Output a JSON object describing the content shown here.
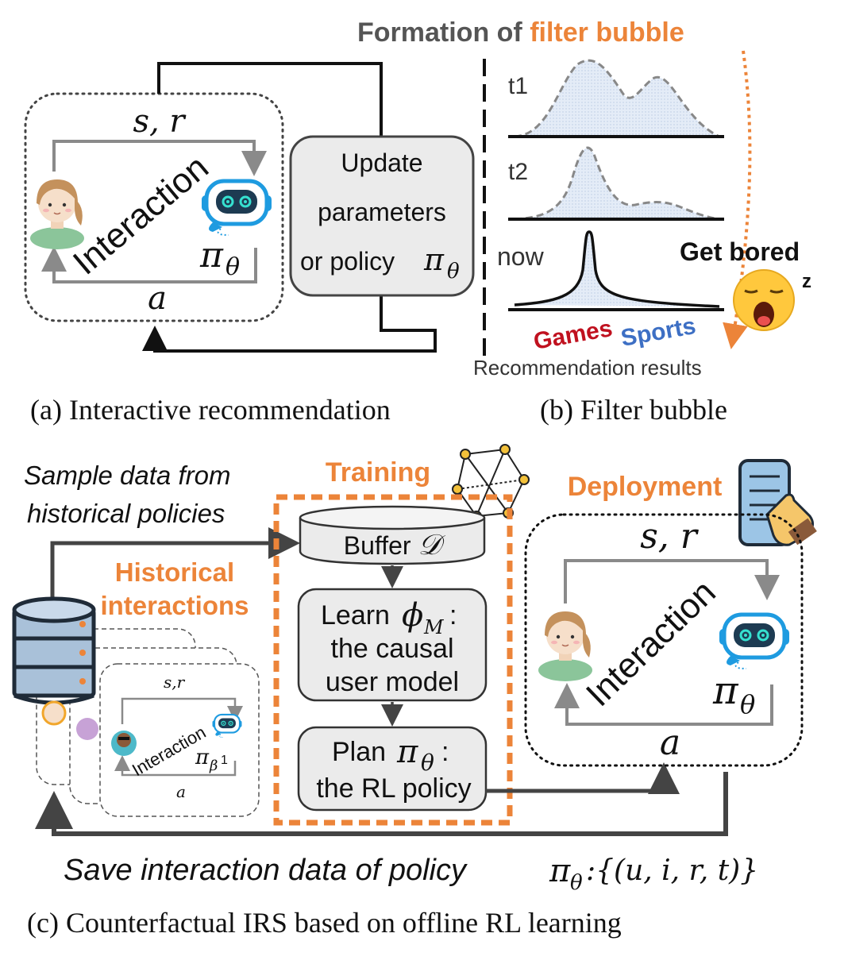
{
  "panel_a": {
    "state_reward_label": "s, r",
    "interaction_label": "Interaction",
    "policy_symbol": "π",
    "policy_subscript": "θ",
    "action_label": "a",
    "update_box": {
      "line1": "Update",
      "line2": "parameters",
      "line3": "or policy"
    },
    "caption": "(a) Interactive recommendation"
  },
  "panel_b": {
    "title_prefix": "Formation of ",
    "title_highlight": "filter bubble",
    "time_labels": [
      "t1",
      "t2",
      "now"
    ],
    "get_bored": "Get bored",
    "zzz": "z",
    "category_games": "Games",
    "category_sports": "Sports",
    "axis_label": "Recommendation results",
    "caption": "(b) Filter bubble"
  },
  "panel_c": {
    "sample_data_line1": "Sample data from",
    "sample_data_line2": "historical policies",
    "historical_line1": "Historical",
    "historical_line2": "interactions",
    "card_state_reward": "s,r",
    "card_interaction": "Interaction",
    "card_policy_symbol": "π",
    "card_policy_subscript": "β",
    "card_policy_superscript": "1",
    "card_action": "a",
    "training_label": "Training",
    "buffer_label": "Buffer",
    "buffer_symbol": "𝒟",
    "learn_line1": "Learn",
    "learn_symbol": "ϕ",
    "learn_subscript": "M",
    "learn_line2": "the causal",
    "learn_line3": "user model",
    "plan_line1": "Plan",
    "plan_line2": "the RL policy",
    "deployment_label": "Deployment",
    "deploy_state_reward": "s, r",
    "deploy_interaction": "Interaction",
    "deploy_action": "a",
    "save_text": "Save interaction data of policy",
    "save_tuple": ":{(u, i, r, t)}",
    "caption": "(c) Counterfactual IRS based on offline RL learning"
  },
  "colors": {
    "orange": "#EC8439",
    "dark_gray": "#444444",
    "arrow_gray": "#8a8a8a",
    "box_fill": "#ebebeb",
    "games_red": "#C0111F",
    "sports_blue": "#3D6FC4",
    "robot_blue": "#1E9BE0",
    "bubble_fill": "#dfe8f5"
  }
}
